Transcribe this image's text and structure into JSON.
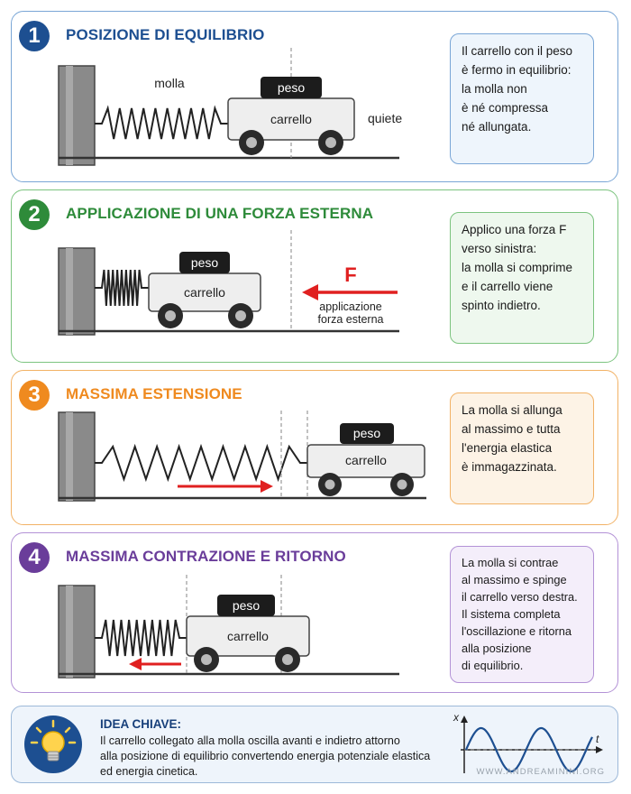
{
  "colors": {
    "panel1": "#1d4f91",
    "panel2": "#2e8b3a",
    "panel3": "#ef8a1f",
    "panel4": "#6a3d9a",
    "force_arrow": "#e02020",
    "note1_bg": "#eef5fc",
    "note2_bg": "#eef8ee",
    "note3_bg": "#fdf3e6",
    "note4_bg": "#f4eefa"
  },
  "panels": [
    {
      "number": "1",
      "title": "POSIZIONE DI EQUILIBRIO",
      "labels": {
        "spring": "molla",
        "weight": "peso",
        "cart": "carrello",
        "state": "quiete"
      },
      "note_lines": [
        "Il carrello con il peso",
        "è fermo in equilibrio:",
        "la molla non",
        "è né compressa",
        "né allungata."
      ]
    },
    {
      "number": "2",
      "title": "APPLICAZIONE DI UNA FORZA ESTERNA",
      "labels": {
        "weight": "peso",
        "cart": "carrello",
        "force": "F",
        "force_caption_1": "applicazione",
        "force_caption_2": "forza esterna"
      },
      "note_lines": [
        "Applico una forza F",
        "verso sinistra:",
        "la molla si comprime",
        "e il carrello viene",
        "spinto indietro."
      ]
    },
    {
      "number": "3",
      "title": "MASSIMA ESTENSIONE",
      "labels": {
        "weight": "peso",
        "cart": "carrello"
      },
      "note_lines": [
        "La molla si allunga",
        "al massimo e tutta",
        "l'energia elastica",
        "è immagazzinata."
      ]
    },
    {
      "number": "4",
      "title": "MASSIMA CONTRAZIONE E RITORNO",
      "labels": {
        "weight": "peso",
        "cart": "carrello"
      },
      "note_lines": [
        "La molla si contrae",
        "al massimo e spinge",
        "il carrello verso destra.",
        "Il sistema completa",
        "l'oscillazione e ritorna",
        "alla posizione",
        "di equilibrio."
      ]
    }
  ],
  "key_idea": {
    "title": "IDEA CHIAVE:",
    "lines": [
      "Il carrello collegato alla molla oscilla avanti e indietro attorno",
      "alla posizione di equilibrio convertendo energia potenziale elastica",
      "ed energia cinetica."
    ],
    "graph_x_label": "x",
    "graph_t_label": "t"
  },
  "footer": "WWW.ANDREAMININI.ORG"
}
